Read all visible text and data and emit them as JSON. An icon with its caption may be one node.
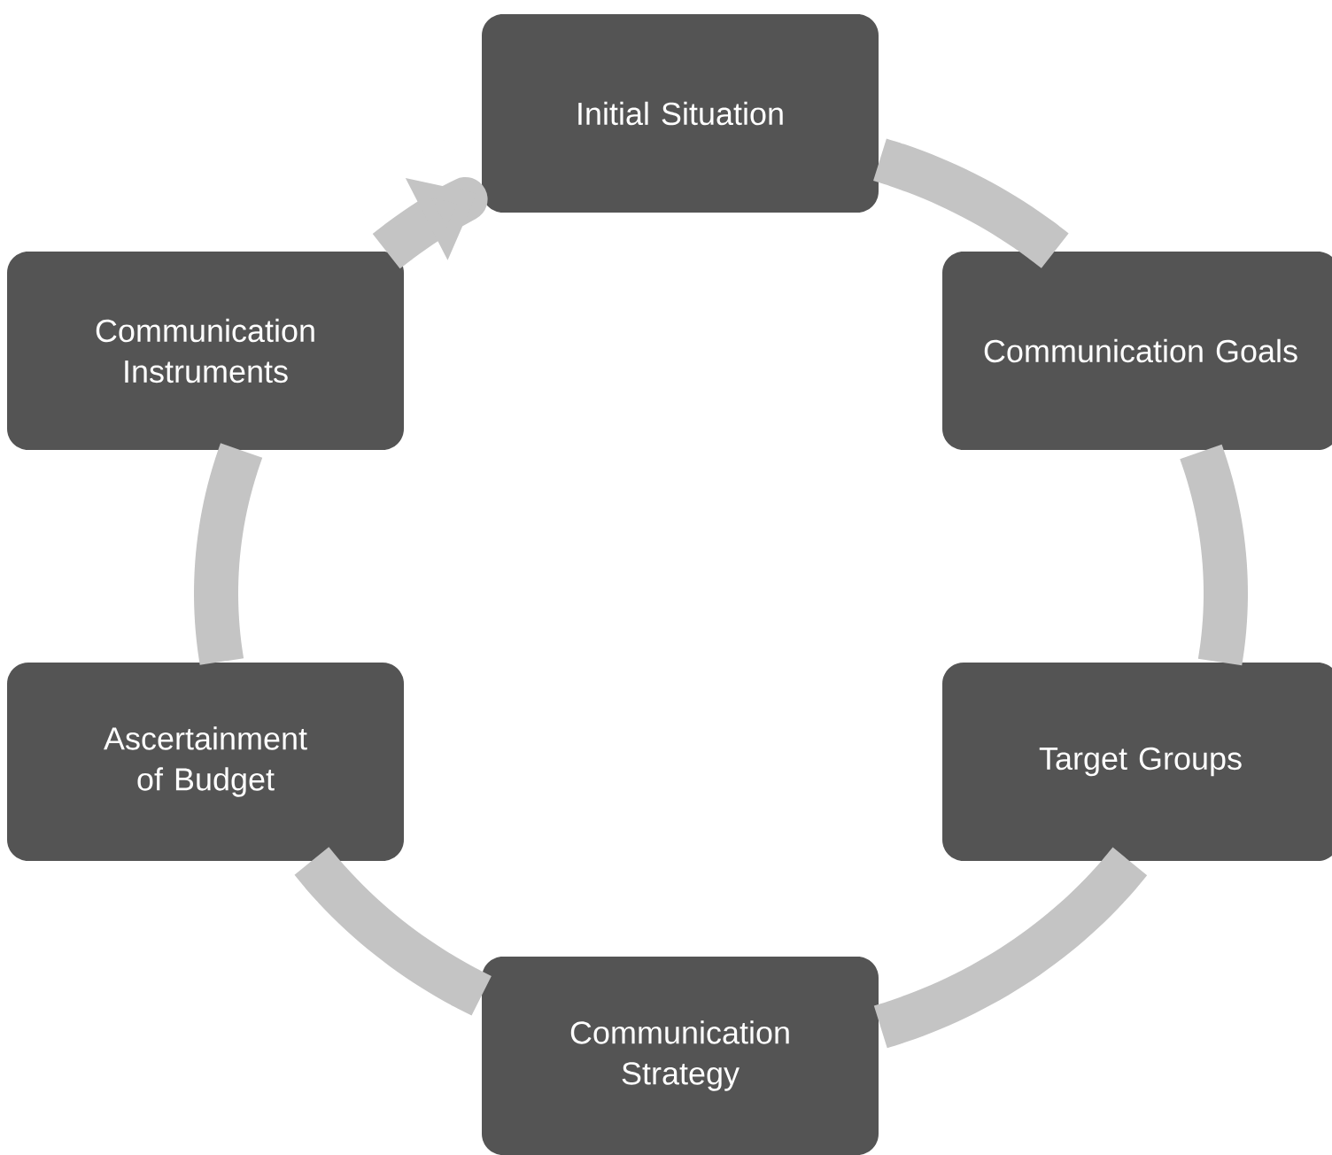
{
  "diagram": {
    "nodes": [
      {
        "text": [
          "Initial Situation"
        ]
      },
      {
        "text": [
          "Communication Goals"
        ]
      },
      {
        "text": [
          "Target Groups"
        ]
      },
      {
        "text": [
          "Communication Strategy"
        ]
      },
      {
        "text": [
          "Ascertainment of Budget"
        ]
      },
      {
        "text": [
          "Communication Instruments"
        ]
      }
    ],
    "edges": [
      {
        "from": 0,
        "to": 1,
        "arrow": "none"
      },
      {
        "from": 1,
        "to": 2,
        "arrow": "none"
      },
      {
        "from": 2,
        "to": 3,
        "arrow": "none"
      },
      {
        "from": 3,
        "to": 4,
        "arrow": "none"
      },
      {
        "from": 4,
        "to": 5,
        "arrow": "none"
      },
      {
        "from": 5,
        "to": 0,
        "arrow": "to"
      }
    ]
  }
}
